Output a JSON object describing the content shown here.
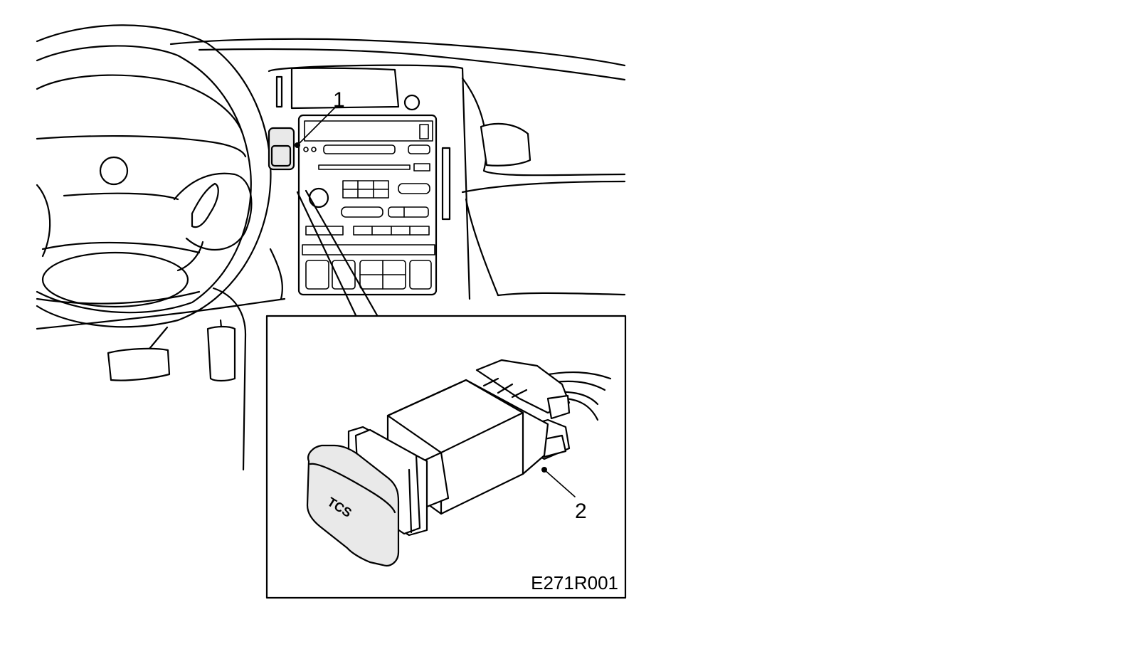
{
  "figure": {
    "callout_1": "1",
    "callout_2": "2",
    "button_label": "TCS",
    "figure_code": "E271R001"
  },
  "colors": {
    "line": "#000000",
    "background": "#ffffff"
  }
}
